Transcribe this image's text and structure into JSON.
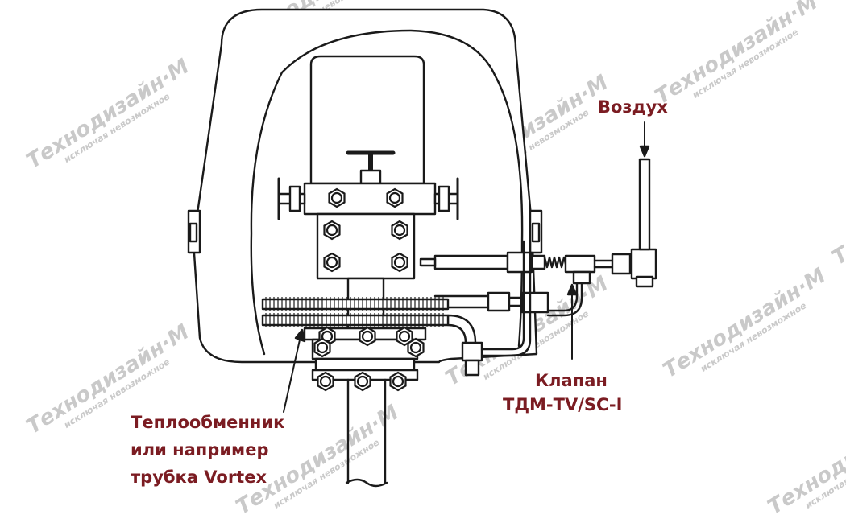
{
  "labels": {
    "air": "Воздух",
    "valve_line1": "Клапан",
    "valve_line2": "ТДМ-TV/SC-I",
    "hx_line1": "Теплообменник",
    "hx_line2": "или например",
    "hx_line3": "трубка Vortex"
  },
  "watermark": {
    "brand": "Технодизайн·М",
    "tagline": "исключая невозможное"
  },
  "colors": {
    "label": "#7b1c22",
    "line": "#1a1a1a",
    "watermark": "#c9c9c9"
  }
}
